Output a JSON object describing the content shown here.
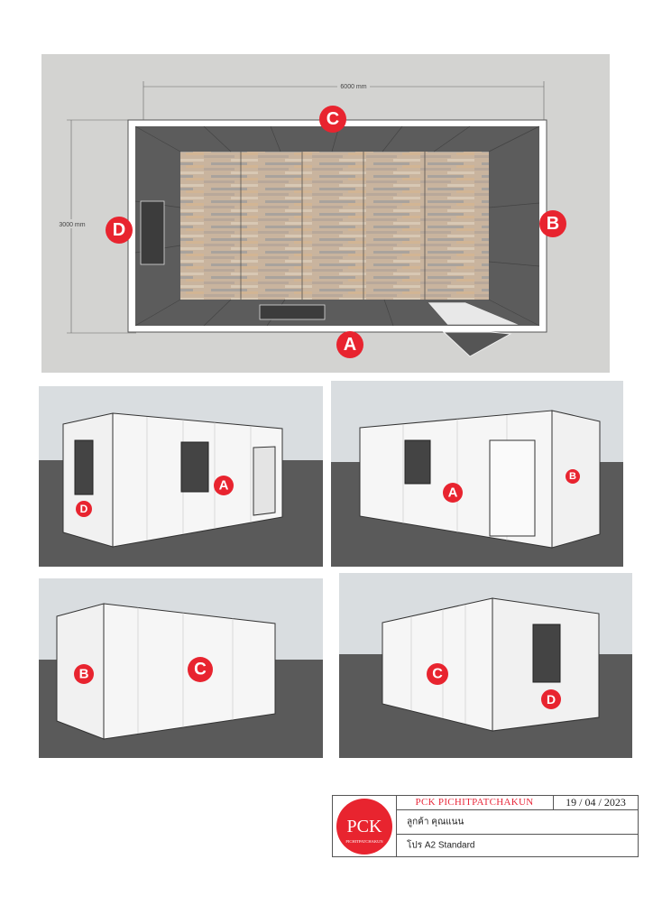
{
  "plan": {
    "width_dim": "6000 mm",
    "height_dim": "3000 mm",
    "labels": {
      "a": "A",
      "b": "B",
      "c": "C",
      "d": "D"
    }
  },
  "views": [
    {
      "labels": [
        "D",
        "A"
      ]
    },
    {
      "labels": [
        "A",
        "B"
      ]
    },
    {
      "labels": [
        "B",
        "C"
      ]
    },
    {
      "labels": [
        "C",
        "D"
      ]
    }
  ],
  "title_block": {
    "company": "PCK PICHITPATCHAKUN",
    "date": "19 / 04 / 2023",
    "customer": "ลูกค้า  คุณแนน",
    "promo": "โปร A2 Standard",
    "logo_text": "PCK",
    "logo_subtext": "PICHITPATCHAKUN"
  },
  "colors": {
    "accent": "#e8242f",
    "plan_bg": "#d3d3d1",
    "ground": "#5a5a5a"
  }
}
